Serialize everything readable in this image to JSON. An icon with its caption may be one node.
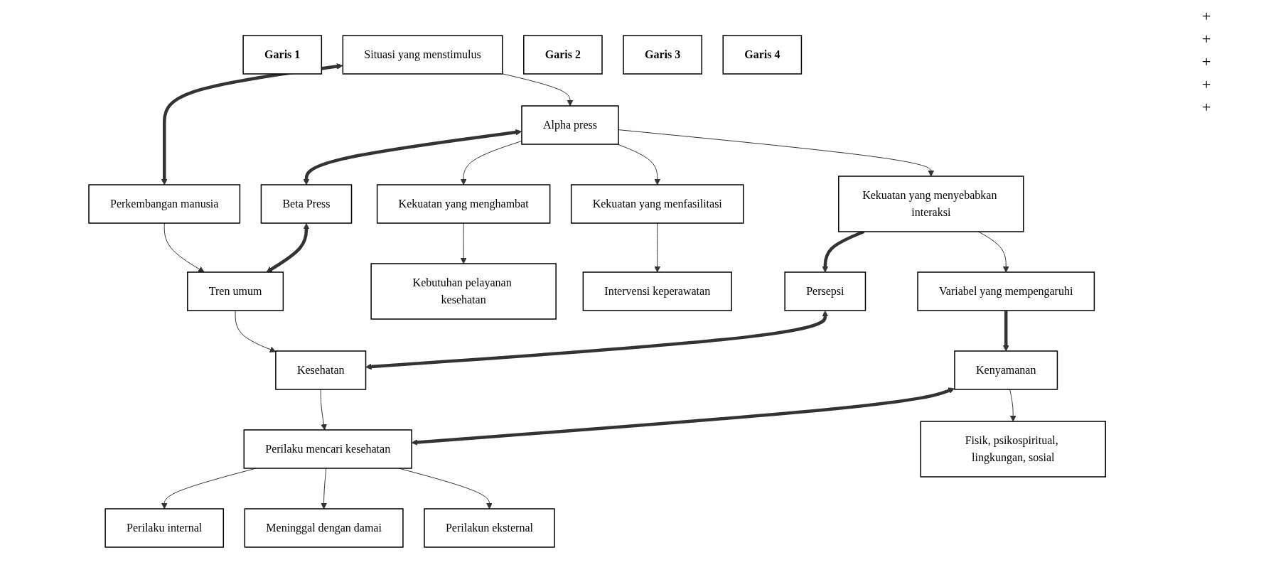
{
  "diagram": {
    "nodes": [
      {
        "text": [
          "Garis 1"
        ]
      },
      {
        "text": [
          "Situasi yang menstimulus"
        ]
      },
      {
        "text": [
          "Perkembangan manusia"
        ]
      },
      {
        "text": [
          "Garis 2"
        ]
      },
      {
        "text": [
          "Alpha press"
        ]
      },
      {
        "text": [
          "Beta Press"
        ]
      },
      {
        "text": [
          "Tren umum"
        ]
      },
      {
        "text": [
          "Garis 3"
        ]
      },
      {
        "text": [
          "Kekuatan yang menghambat"
        ]
      },
      {
        "text": [
          "Kekuatan yang menfasilitasi"
        ]
      },
      {
        "text": [
          "Kekuatan yang menyebabkan interaksi"
        ]
      },
      {
        "text": [
          "Persepsi"
        ]
      },
      {
        "text": [
          "Kesehatan"
        ]
      },
      {
        "text": [
          "Garis 4"
        ]
      },
      {
        "text": [
          "Kebutuhan pelayanan kesehatan"
        ]
      },
      {
        "text": [
          "Intervensi keperawatan"
        ]
      },
      {
        "text": [
          "Variabel yang mempengaruhi"
        ]
      },
      {
        "text": [
          "Kenyamanan"
        ]
      },
      {
        "text": [
          "Perilaku mencari kesehatan"
        ]
      },
      {
        "text": [
          "Fisik, psikospiritual, lingkungan, sosial"
        ]
      },
      {
        "text": [
          "Perilaku internal"
        ]
      },
      {
        "text": [
          "Meninggal dengan damai"
        ]
      },
      {
        "text": [
          "Perilakun eksternal"
        ]
      }
    ],
    "edges": [
      {
        "from": 1,
        "to": 2,
        "arrow": "both",
        "style": "thick"
      },
      {
        "from": 1,
        "to": 4,
        "arrow": "to"
      },
      {
        "from": 2,
        "to": 6,
        "arrow": "to"
      },
      {
        "from": 4,
        "to": 5,
        "arrow": "both",
        "style": "thick"
      },
      {
        "from": 5,
        "to": 6,
        "arrow": "both",
        "style": "thick"
      },
      {
        "from": 4,
        "to": 8,
        "arrow": "to"
      },
      {
        "from": 4,
        "to": 9,
        "arrow": "to"
      },
      {
        "from": 4,
        "to": 10,
        "arrow": "to"
      },
      {
        "from": 6,
        "to": 12,
        "arrow": "to"
      },
      {
        "from": 10,
        "to": 11,
        "arrow": "to",
        "style": "thick"
      },
      {
        "from": 11,
        "to": 12,
        "arrow": "both",
        "style": "thick"
      },
      {
        "from": 8,
        "to": 14,
        "arrow": "to"
      },
      {
        "from": 9,
        "to": 15,
        "arrow": "to"
      },
      {
        "from": 10,
        "to": 16,
        "arrow": "to"
      },
      {
        "from": 12,
        "to": 18,
        "arrow": "to"
      },
      {
        "from": 16,
        "to": 17,
        "arrow": "to",
        "style": "thick"
      },
      {
        "from": 17,
        "to": 18,
        "arrow": "both",
        "style": "thick"
      },
      {
        "from": 17,
        "to": 19,
        "arrow": "to"
      },
      {
        "from": 18,
        "to": 20,
        "arrow": "to"
      },
      {
        "from": 18,
        "to": 21,
        "arrow": "to"
      },
      {
        "from": 18,
        "to": 22,
        "arrow": "to"
      }
    ],
    "labels": [
      "+",
      "+",
      "+",
      "+",
      "+"
    ]
  }
}
